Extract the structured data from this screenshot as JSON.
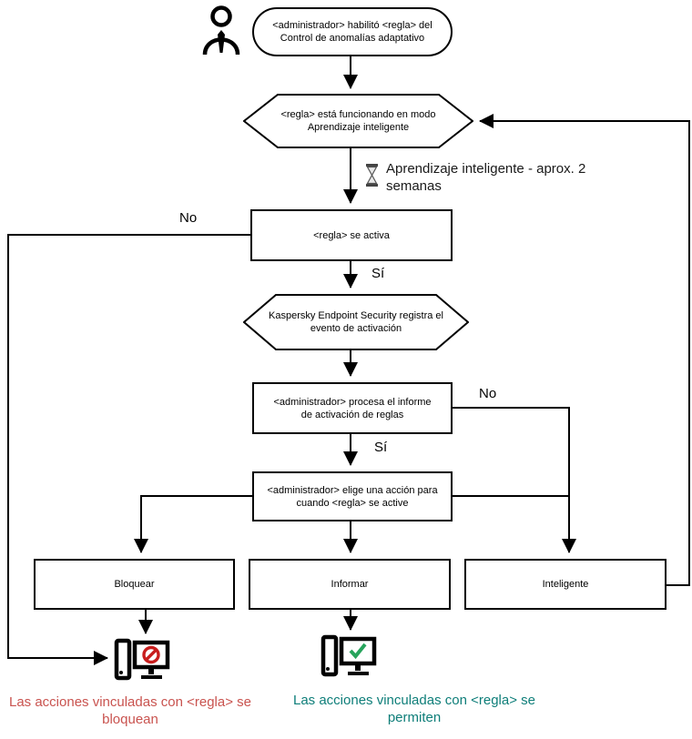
{
  "diagram": {
    "title_hint": "Adaptive Anomaly Control rule flow (Kaspersky Endpoint Security)",
    "nodes": {
      "start": "<administrador> habilitó <regla> del Control de anomalías adaptativo",
      "learning_mode": "<regla> está funcionando en modo Aprendizaje inteligente",
      "rule_triggers": "<regla> se activa",
      "registers_event": "Kaspersky Endpoint Security registra el evento de activación",
      "processes_report": "<administrador> procesa el informe de activación de reglas",
      "chooses_action": "<administrador> elige una acción para cuando <regla> se active",
      "block": "Bloquear",
      "inform": "Informar",
      "smart": "Inteligente"
    },
    "note": "Aprendizaje inteligente - aprox. 2 semanas",
    "edge_labels": {
      "no_left": "No",
      "si_1": "Sí",
      "no_right": "No",
      "si_2": "Sí"
    },
    "captions": {
      "blocked": "Las acciones vinculadas con <regla> se bloquean",
      "allowed": "Las acciones vinculadas con <regla> se permiten"
    },
    "icons": {
      "actor": "person-icon",
      "wait": "hourglass-icon",
      "blocked_pc": "computer-blocked-icon",
      "allowed_pc": "computer-allowed-icon"
    },
    "colors": {
      "line": "#000000",
      "blocked_caption": "#c9534f",
      "allowed_caption": "#0e7e79",
      "prohibit_sign": "#c81e1e",
      "check_sign": "#27a45c"
    }
  }
}
